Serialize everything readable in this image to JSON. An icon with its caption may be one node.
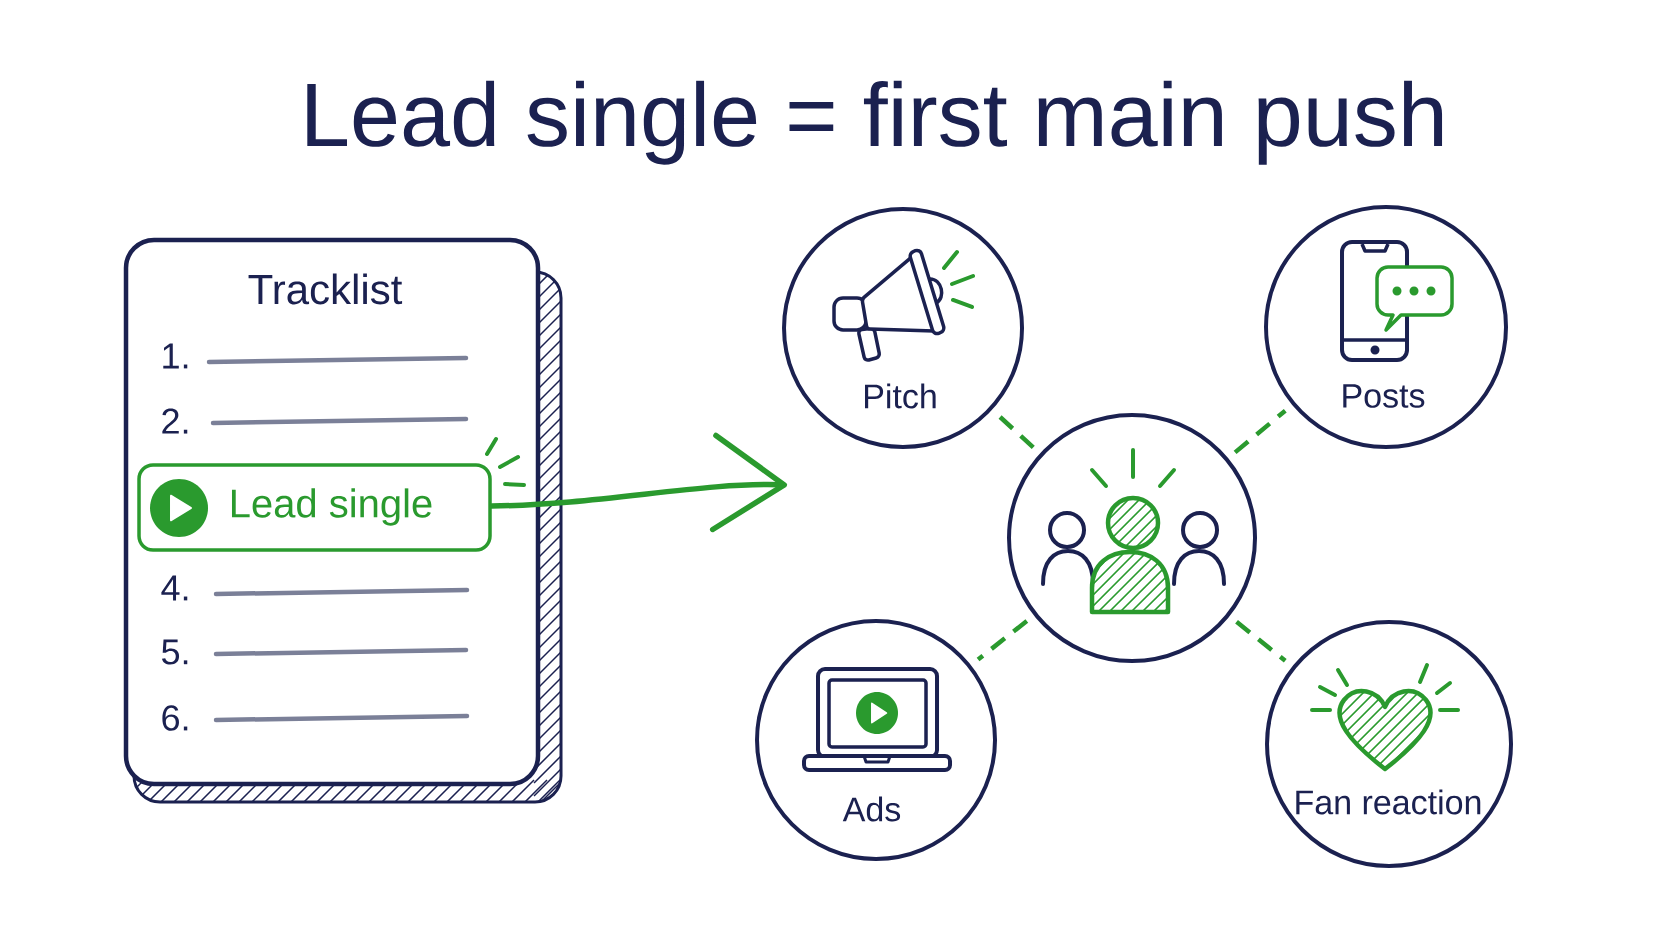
{
  "diagram": {
    "title": "Lead single = first main push",
    "nodes": [
      {
        "text": [
          "Tracklist"
        ]
      },
      {
        "text": [
          "Lead single"
        ],
        "in": 0
      },
      {
        "text": [
          "Pitch"
        ]
      },
      {
        "text": [
          "Posts"
        ]
      },
      {
        "text": [],
        "shape": "circle"
      },
      {
        "text": [
          "Ads"
        ]
      },
      {
        "text": [
          "Fan reaction"
        ]
      }
    ],
    "edges": [
      {
        "from": 1,
        "to": null,
        "arrow": "to"
      },
      {
        "from": 4,
        "to": 2,
        "arrow": "none",
        "style": "dashed"
      },
      {
        "from": 4,
        "to": 3,
        "arrow": "none",
        "style": "dashed"
      },
      {
        "from": 4,
        "to": 5,
        "arrow": "none",
        "style": "dashed"
      },
      {
        "from": 4,
        "to": 6,
        "arrow": "none",
        "style": "dashed"
      }
    ],
    "labels": [
      "1.",
      "2.",
      "4.",
      "5.",
      "6."
    ]
  }
}
